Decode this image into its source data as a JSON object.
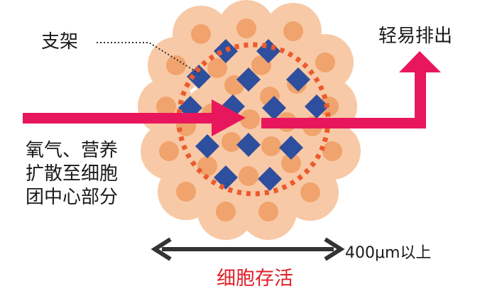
{
  "labels": {
    "support": "支架",
    "easy_excretion": "轻易排出",
    "diffusion_lines": [
      "氧气、营养",
      "扩散至细胞",
      "团中心部分"
    ],
    "size": "400μm以上",
    "cell_survival": "细胞存活"
  },
  "colors": {
    "cell_outer": "#f8c9a6",
    "cell_nucleus": "#f0a36c",
    "scaffold_diamond": "#2e4e9e",
    "arrow": "#e8175d",
    "dotted_circle": "#ec5a2c",
    "survival_text": "#e0202a",
    "dimension_arrow": "#333333"
  },
  "icons": {
    "size_arrow": "double-headed-arrow-icon",
    "flow_arrow": "red-arrow-icon"
  }
}
